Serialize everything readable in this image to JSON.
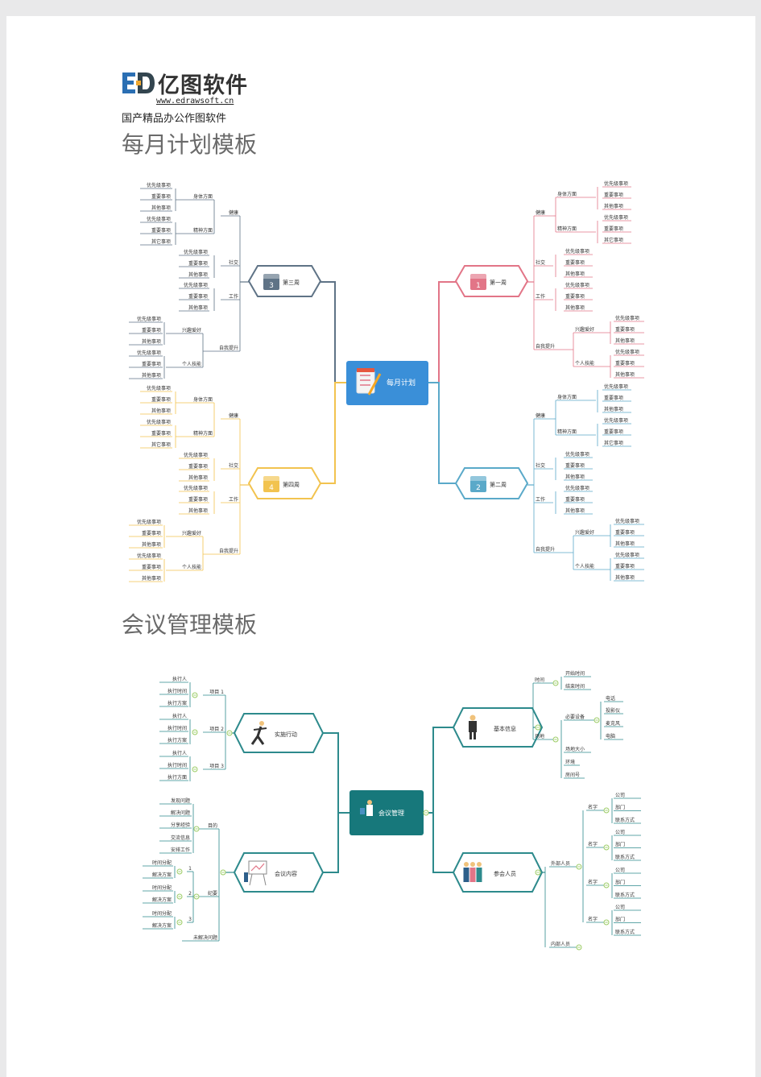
{
  "brand": {
    "logo_mark": "ED",
    "name": "亿图软件",
    "url": "www.edrawsoft.cn",
    "tagline": "国产精品办公作图软件"
  },
  "sections": {
    "monthly_title": "每月计划模板",
    "meeting_title": "会议管理模板"
  },
  "monthly": {
    "center": "每月计划",
    "weeks": [
      {
        "num": "1",
        "label": "第一周",
        "color": "#e27587",
        "icon": "calendar-green-icon"
      },
      {
        "num": "2",
        "label": "第二周",
        "color": "#5aa9c9",
        "icon": "calendar-purple-icon"
      },
      {
        "num": "3",
        "label": "第三周",
        "color": "#5f7386",
        "icon": "calendar-teal-icon"
      },
      {
        "num": "4",
        "label": "第四周",
        "color": "#f2c34f",
        "icon": "calendar-yellow-icon"
      }
    ],
    "branch": {
      "health": "健康",
      "body": "身体方面",
      "mind": "精神方面",
      "social": "社交",
      "work": "工作",
      "growth": "自我提升",
      "hobby": "兴趣爱好",
      "skill": "个人技能"
    },
    "leaf": {
      "top": "优先级事项",
      "imp": "重要事项",
      "other": "其他事项",
      "other2": "其它事项"
    }
  },
  "meeting": {
    "center": "会议管理",
    "exec": {
      "title": "实施行动",
      "items": [
        "项目 1",
        "项目 2",
        "项目 3"
      ],
      "leaves": [
        "执行人",
        "执行时间",
        "执行方案"
      ],
      "leaf3_last": "执行方面"
    },
    "content": {
      "title": "会议内容",
      "goal": "目的",
      "goal_items": [
        "发现问题",
        "解决问题",
        "分享经验",
        "交流信息",
        "安排工作"
      ],
      "minutes": "纪要",
      "minute_nums": [
        "1",
        "2",
        "3"
      ],
      "minute_leaves": [
        "时间分配",
        "解决方案"
      ],
      "unresolved": "未解决问题"
    },
    "info": {
      "title": "基本信息",
      "time": "时间",
      "start": "开始时间",
      "end": "结束时间",
      "venue": "场地",
      "equipment": "必要设备",
      "equip_items": [
        "电话",
        "投影仪",
        "麦克风",
        "电脑"
      ],
      "size": "场地大小",
      "env": "环境",
      "room": "房间号"
    },
    "people": {
      "title": "参会人员",
      "external": "外部人员",
      "internal": "内部人员",
      "name": "名字",
      "fields": [
        "公司",
        "部门",
        "联系方式"
      ]
    }
  }
}
